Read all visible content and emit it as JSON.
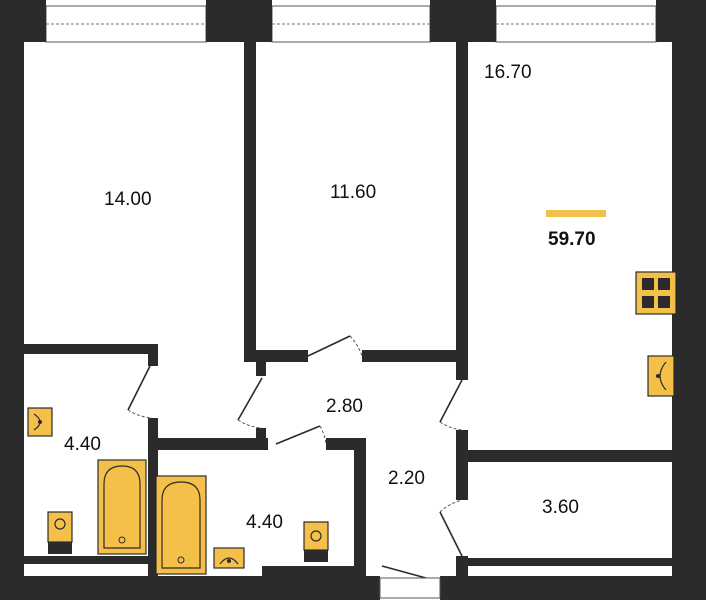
{
  "accent_color": "#f5c04a",
  "wall_color": "#2b2b2b",
  "total_area": "59.70",
  "rooms": {
    "bedroom_left": "14.00",
    "bedroom_middle": "11.60",
    "living_kitchen": "16.70",
    "bathroom_left": "4.40",
    "bathroom_middle": "4.40",
    "hall": "2.80",
    "corridor": "2.20",
    "storage": "3.60"
  },
  "icons": {
    "stove": "stove-icon",
    "sink": "sink-icon",
    "bathtub": "bathtub-icon",
    "toilet": "toilet-icon",
    "door": "door-swing-icon",
    "window": "window-icon"
  }
}
